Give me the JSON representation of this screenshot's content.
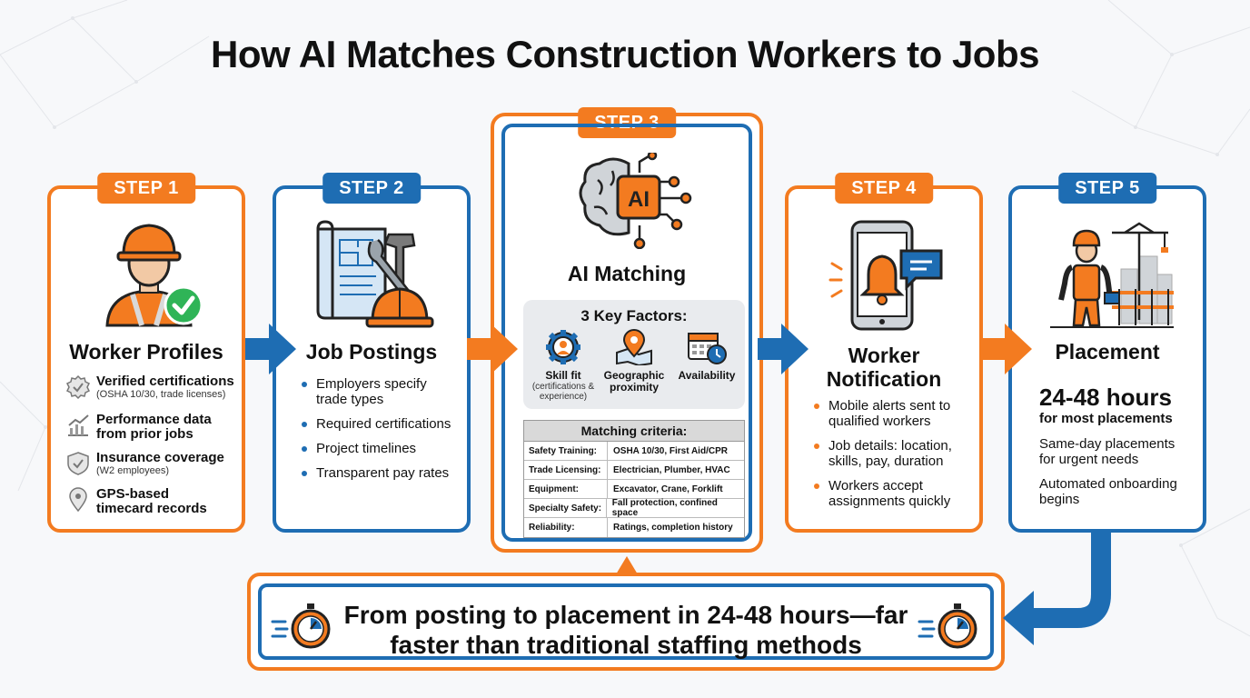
{
  "title": "How AI Matches Construction Workers to Jobs",
  "colors": {
    "orange": "#f37b20",
    "blue": "#1e6db3",
    "green": "#2fb457"
  },
  "steps": [
    {
      "badge": "STEP 1",
      "title": "Worker Profiles",
      "icon": "worker-check-icon",
      "features": [
        {
          "icon": "certificate-icon",
          "title": "Verified certifications",
          "sub": "(OSHA 10/30, trade licenses)"
        },
        {
          "icon": "chart-icon",
          "title": "Performance data from prior jobs",
          "sub": ""
        },
        {
          "icon": "shield-check-icon",
          "title": "Insurance coverage",
          "sub": "(W2 employees)"
        },
        {
          "icon": "location-pin-icon",
          "title": "GPS-based timecard records",
          "sub": ""
        }
      ]
    },
    {
      "badge": "STEP 2",
      "title": "Job Postings",
      "icon": "blueprint-tools-icon",
      "bullets": [
        "Employers specify trade types",
        "Required certifications",
        "Project timelines",
        "Transparent pay rates"
      ]
    },
    {
      "badge": "STEP 3",
      "title": "AI Matching",
      "icon": "ai-brain-icon",
      "icon_text": "AI",
      "factors_title": "3 Key Factors:",
      "factors": [
        {
          "icon": "gear-person-icon",
          "title": "Skill fit",
          "sub": "(certifications & experience)"
        },
        {
          "icon": "map-pin-icon",
          "title": "Geographic proximity",
          "sub": ""
        },
        {
          "icon": "calendar-clock-icon",
          "title": "Availability",
          "sub": ""
        }
      ],
      "criteria_title": "Matching criteria:",
      "criteria": [
        {
          "key": "Safety Training:",
          "value": "OSHA 10/30, First Aid/CPR"
        },
        {
          "key": "Trade Licensing:",
          "value": "Electrician, Plumber, HVAC"
        },
        {
          "key": "Equipment:",
          "value": "Excavator, Crane, Forklift"
        },
        {
          "key": "Specialty Safety:",
          "value": "Fall protection, confined space"
        },
        {
          "key": "Reliability:",
          "value": "Ratings, completion history"
        }
      ]
    },
    {
      "badge": "STEP 4",
      "title_line1": "Worker",
      "title_line2": "Notification",
      "icon": "phone-bell-icon",
      "bullets": [
        "Mobile alerts sent to qualified workers",
        "Job details: location, skills, pay, duration",
        "Workers accept assignments quickly"
      ]
    },
    {
      "badge": "STEP 5",
      "title": "Placement",
      "icon": "worker-construction-site-icon",
      "headline": "24-48 hours",
      "headline_sub": "for most placements",
      "lines": [
        "Same-day placements for urgent needs",
        "Automated onboarding begins"
      ]
    }
  ],
  "banner": {
    "line1": "From posting to placement in 24-48 hours—far",
    "line2": "faster than traditional staffing methods",
    "icon": "stopwatch-icon"
  }
}
